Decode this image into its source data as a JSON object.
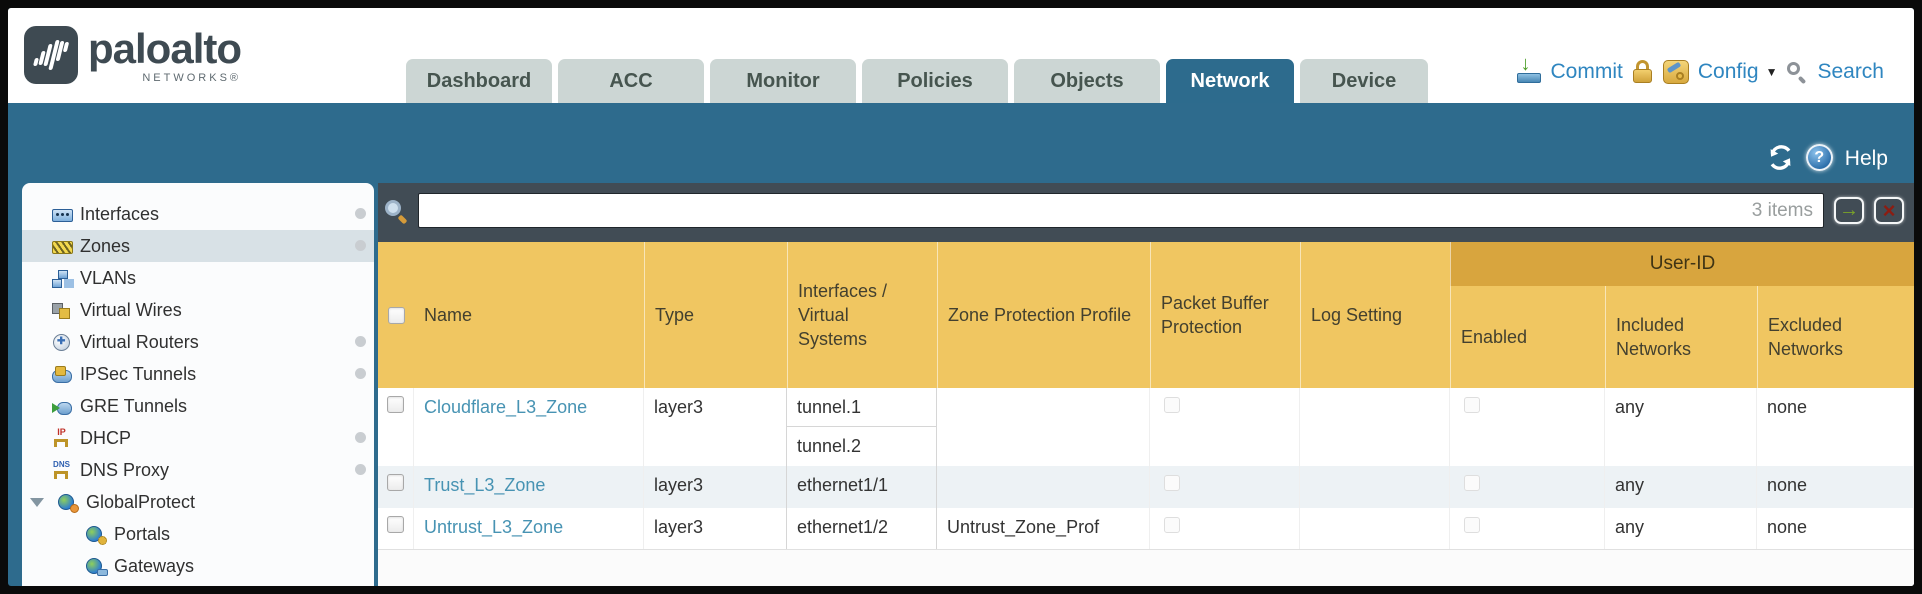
{
  "brand": {
    "name": "paloalto",
    "sub": "NETWORKS®"
  },
  "tabs": [
    {
      "label": "Dashboard",
      "active": false
    },
    {
      "label": "ACC",
      "active": false
    },
    {
      "label": "Monitor",
      "active": false
    },
    {
      "label": "Policies",
      "active": false
    },
    {
      "label": "Objects",
      "active": false
    },
    {
      "label": "Network",
      "active": true
    },
    {
      "label": "Device",
      "active": false
    }
  ],
  "toplinks": {
    "commit": "Commit",
    "config": "Config",
    "search": "Search"
  },
  "band": {
    "help": "Help"
  },
  "icons": {
    "help_glyph": "?",
    "commit_arrow": "↓",
    "caret_down": "▼",
    "go_arrow": "→",
    "clear_x": "×"
  },
  "sidebar": {
    "items": [
      {
        "label": "Interfaces",
        "icon": "interfaces-icon",
        "selected": false,
        "dot": true,
        "level": 0
      },
      {
        "label": "Zones",
        "icon": "zones-icon",
        "selected": true,
        "dot": true,
        "level": 0
      },
      {
        "label": "VLANs",
        "icon": "vlans-icon",
        "selected": false,
        "dot": false,
        "level": 0
      },
      {
        "label": "Virtual Wires",
        "icon": "virtual-wires-icon",
        "selected": false,
        "dot": false,
        "level": 0
      },
      {
        "label": "Virtual Routers",
        "icon": "virtual-routers-icon",
        "selected": false,
        "dot": true,
        "level": 0
      },
      {
        "label": "IPSec Tunnels",
        "icon": "ipsec-tunnels-icon",
        "selected": false,
        "dot": true,
        "level": 0
      },
      {
        "label": "GRE Tunnels",
        "icon": "gre-tunnels-icon",
        "selected": false,
        "dot": false,
        "level": 0
      },
      {
        "label": "DHCP",
        "icon": "dhcp-icon",
        "selected": false,
        "dot": true,
        "level": 0,
        "glyph": "IP"
      },
      {
        "label": "DNS Proxy",
        "icon": "dns-proxy-icon",
        "selected": false,
        "dot": true,
        "level": 0,
        "glyph": "DNS"
      },
      {
        "label": "GlobalProtect",
        "icon": "globalprotect-icon",
        "selected": false,
        "dot": false,
        "level": 0,
        "expandable": true
      },
      {
        "label": "Portals",
        "icon": "portals-icon",
        "selected": false,
        "dot": false,
        "level": 1
      },
      {
        "label": "Gateways",
        "icon": "gateways-icon",
        "selected": false,
        "dot": false,
        "level": 1
      }
    ]
  },
  "search": {
    "value": "",
    "placeholder": "",
    "items_count": "3 items"
  },
  "table": {
    "group_header": "User-ID",
    "columns": [
      "Name",
      "Type",
      "Interfaces / Virtual Systems",
      "Zone Protection Profile",
      "Packet Buffer Protection",
      "Log Setting",
      "Enabled",
      "Included Networks",
      "Excluded Networks"
    ],
    "rows": [
      {
        "name": "Cloudflare_L3_Zone",
        "type": "layer3",
        "interfaces": [
          "tunnel.1",
          "tunnel.2"
        ],
        "zone_protection_profile": "",
        "log_setting": "",
        "included_networks": "any",
        "excluded_networks": "none"
      },
      {
        "name": "Trust_L3_Zone",
        "type": "layer3",
        "interfaces": [
          "ethernet1/1"
        ],
        "zone_protection_profile": "",
        "log_setting": "",
        "included_networks": "any",
        "excluded_networks": "none"
      },
      {
        "name": "Untrust_L3_Zone",
        "type": "layer3",
        "interfaces": [
          "ethernet1/2"
        ],
        "zone_protection_profile": "Untrust_Zone_Prof",
        "log_setting": "",
        "included_networks": "any",
        "excluded_networks": "none"
      }
    ]
  },
  "colors": {
    "teal_band": "#2e6b8d",
    "header_orange": "#f0c661",
    "user_id_band": "#d8a53e",
    "search_row": "#414c55",
    "link_blue": "#2f86c0",
    "zone_link": "#4793b3",
    "tab_inactive": "#ccd6d4",
    "sidebar_selected": "#d8e1e6"
  }
}
